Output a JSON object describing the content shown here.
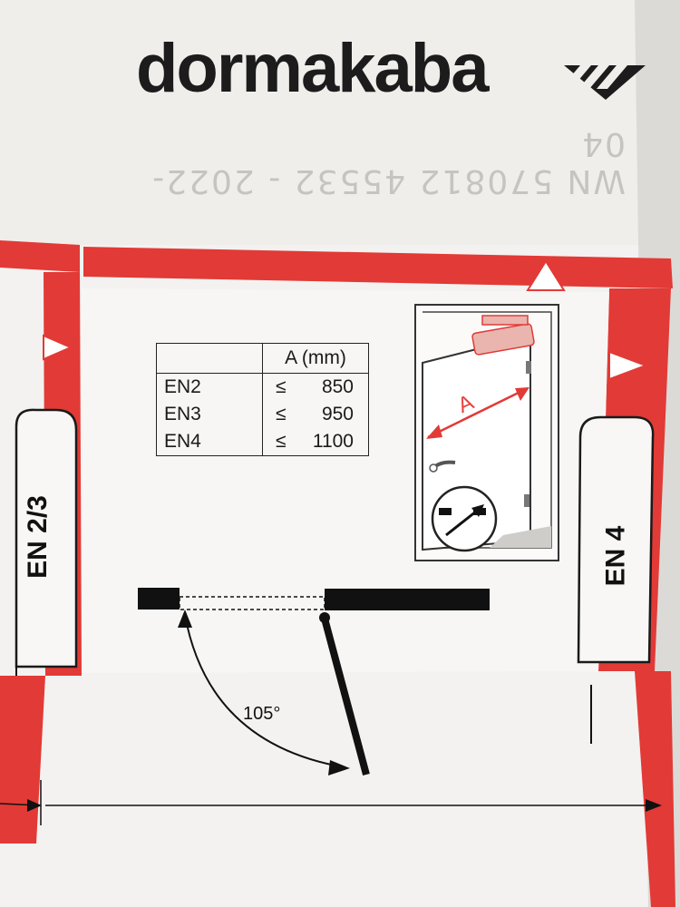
{
  "brand": {
    "logo_text": "dormakaba",
    "document_code": "WN 570812 45532 - 2022-04"
  },
  "spec_table": {
    "header_empty": "",
    "header_a": "A (mm)",
    "rows": [
      {
        "class": "EN2",
        "operator": "≤",
        "value": "850"
      },
      {
        "class": "EN3",
        "operator": "≤",
        "value": "950"
      },
      {
        "class": "EN4",
        "operator": "≤",
        "value": "1100"
      }
    ]
  },
  "labels": {
    "en_left": "EN 2/3",
    "en_right": "EN 4",
    "opening_angle": "105°",
    "dimension": "A"
  },
  "colors": {
    "paper": "#f4f3f1",
    "red_band": "#e23a36",
    "ink": "#1a1a1a",
    "logo_ink": "#1c1c1c",
    "shadow": "#d6d4d1"
  }
}
